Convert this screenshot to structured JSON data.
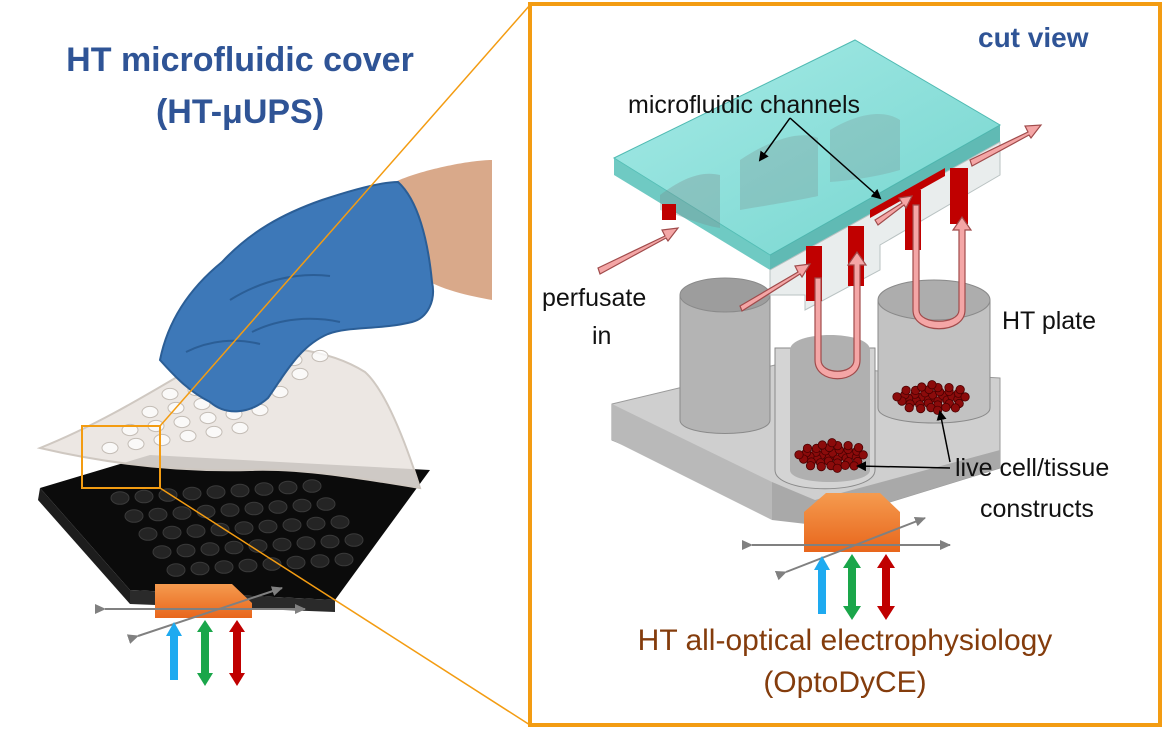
{
  "left_title": {
    "line1": "HT microfluidic cover",
    "line2": "(HT-μUPS)"
  },
  "cut_view": {
    "title": "cut view",
    "labels": {
      "channels": "microfluidic channels",
      "perfusate_line1": "perfusate",
      "perfusate_line2": "in",
      "plate": "HT plate",
      "cells_line1": "live cell/tissue",
      "cells_line2": "constructs"
    }
  },
  "bottom_title": {
    "line1": "HT all-optical electrophysiology",
    "line2": "(OptoDyCE)"
  },
  "colors": {
    "title_blue": "#2f5496",
    "bottom_brown": "#843c0c",
    "frame_orange": "#f39c12",
    "cover_cyan": "#7fded8",
    "channel_red": "#c00000",
    "flow_pink": "#f4a6a6",
    "plate_gray": "#c8c8c8",
    "objective_orange": "#f07a2a",
    "light_blue": "#1eaaf0",
    "light_green": "#1aa64a",
    "light_red": "#c00000",
    "glove_blue": "#3d78b8"
  },
  "icons": [
    "glove-hand",
    "well-plate",
    "objective-lens",
    "light-arrows",
    "zoom-callout"
  ]
}
